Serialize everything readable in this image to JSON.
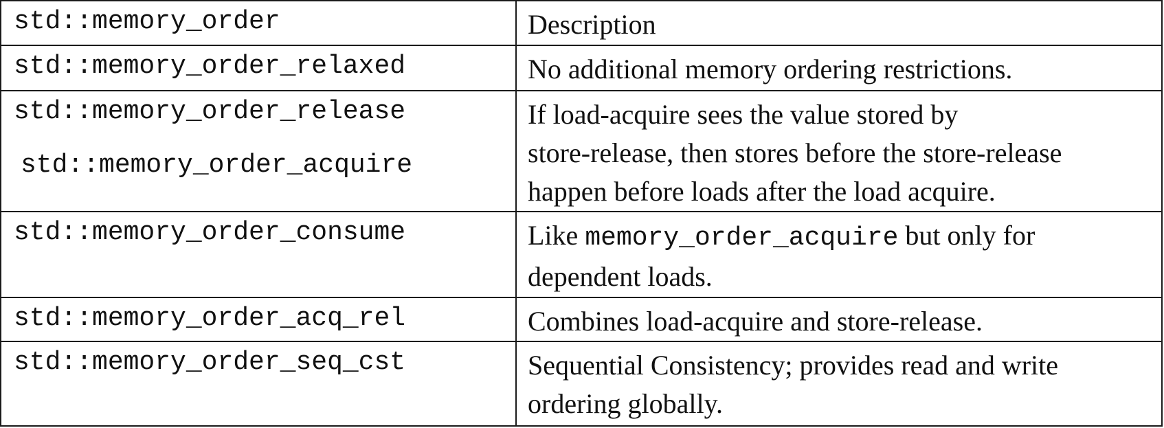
{
  "table": {
    "header": {
      "col1": "std::memory_order",
      "col2": "Description"
    },
    "rows": [
      {
        "codes": [
          "std::memory_order_relaxed"
        ],
        "description": [
          "No additional memory ordering restrictions."
        ]
      },
      {
        "codes": [
          "std::memory_order_release",
          "std::memory_order_acquire"
        ],
        "description": [
          "If load-acquire sees the value stored by",
          "store-release, then stores before the store-release",
          "happen before loads after the load acquire."
        ]
      },
      {
        "codes": [
          "std::memory_order_consume"
        ],
        "description_parts": {
          "pre": "Like ",
          "code": "memory_order_acquire",
          "post": " but only for",
          "line2": "dependent loads."
        }
      },
      {
        "codes": [
          "std::memory_order_acq_rel"
        ],
        "description": [
          "Combines load-acquire and store-release."
        ]
      },
      {
        "codes": [
          "std::memory_order_seq_cst"
        ],
        "description": [
          "Sequential Consistency; provides read and write",
          "ordering globally."
        ]
      }
    ]
  }
}
